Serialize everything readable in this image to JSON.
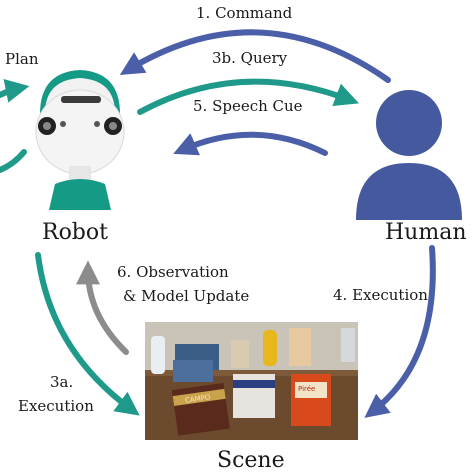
{
  "nodes": {
    "robot": "Robot",
    "human": "Human",
    "scene": "Scene"
  },
  "edges": {
    "command": "1. Command",
    "query": "3b. Query",
    "speech_cue": "5. Speech Cue",
    "plan": "Plan",
    "observation_line1": "6. Observation",
    "observation_line2": "& Model Update",
    "human_execution": "4. Execution",
    "robot_execution_line1": "3a.",
    "robot_execution_line2": "Execution"
  },
  "scene_products": {
    "cereal_box": "Pirée",
    "cookie_box": "CAMPO"
  },
  "colors": {
    "blue_arrow": "#4a5fa8",
    "teal_arrow": "#1f9a8a",
    "gray_arrow": "#8c8c8c",
    "human_icon": "#44599e",
    "robot_accent": "#159a86",
    "text": "#1a1a1a"
  }
}
